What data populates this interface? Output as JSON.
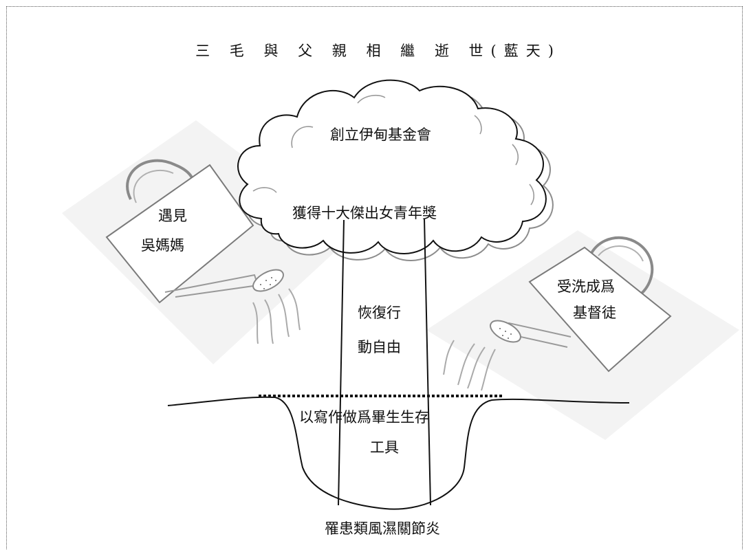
{
  "title": "三 毛 與 父 親 相 繼 逝 世(藍天)",
  "cloud": {
    "top_text": "創立伊甸基金會",
    "bottom_text": "獲得十大傑出女青年獎"
  },
  "stem": {
    "line1": "恢復行",
    "line2": "動自由"
  },
  "soil": {
    "line1": "以寫作做爲畢生生存",
    "line2": "工具"
  },
  "root_text": "罹患類風濕關節炎",
  "left_can": {
    "line1": "遇見",
    "line2": "吳媽媽"
  },
  "right_can": {
    "line1": "受洗成爲",
    "line2": "基督徒"
  }
}
